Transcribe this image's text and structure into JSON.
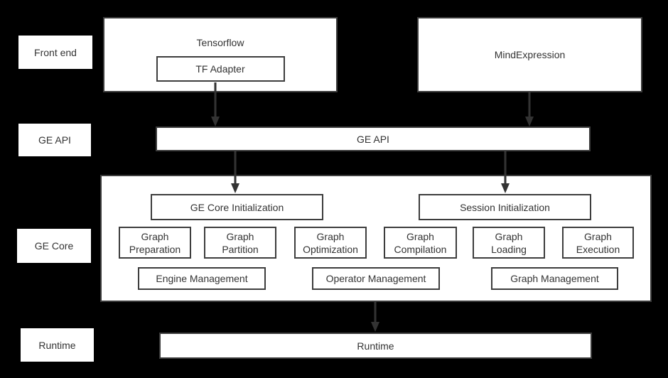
{
  "layers": {
    "front_end": "Front end",
    "ge_api": "GE API",
    "ge_core": "GE Core",
    "runtime": "Runtime"
  },
  "front_end": {
    "tensorflow": "Tensorflow",
    "tf_adapter": "TF Adapter",
    "mind_expression": "MindExpression"
  },
  "ge_api": {
    "label": "GE API"
  },
  "ge_core": {
    "init_label": "GE Core Initialization",
    "session_label": "Session Initialization",
    "modules": [
      {
        "line1": "Graph",
        "line2": "Preparation"
      },
      {
        "line1": "Graph",
        "line2": "Partition"
      },
      {
        "line1": "Graph",
        "line2": "Optimization"
      },
      {
        "line1": "Graph",
        "line2": "Compilation"
      },
      {
        "line1": "Graph",
        "line2": "Loading"
      },
      {
        "line1": "Graph",
        "line2": "Execution"
      }
    ],
    "management": [
      "Engine Management",
      "Operator Management",
      "Graph Management"
    ]
  },
  "runtime": {
    "label": "Runtime"
  },
  "colors": {
    "background": "#000000",
    "box_fill": "#ffffff",
    "box_border": "#3d3d3d",
    "text": "#333333",
    "arrow": "#333333"
  }
}
